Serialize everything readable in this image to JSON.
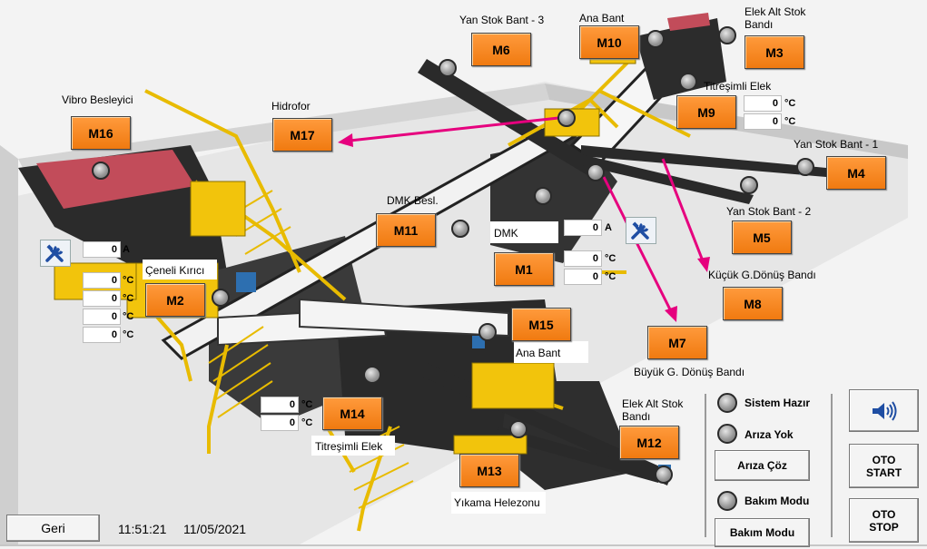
{
  "labels": {
    "vibro": "Vibro Besleyici",
    "hidrofor": "Hidrofor",
    "yan3": "Yan Stok Bant - 3",
    "anaBantTop": "Ana Bant",
    "elekAltTop": "Elek Alt Stok\nBandı",
    "titresimliElekTop": "Titreşimli Elek",
    "yan1": "Yan Stok Bant - 1",
    "yan2": "Yan Stok Bant - 2",
    "kucukDonus": "Küçük G.Dönüş Bandı",
    "buyukDonus": "Büyük G. Dönüş Bandı",
    "dmkBesl": "DMK Besl.",
    "dmk": "DMK",
    "ceneli": "Çeneli Kırıcı",
    "anaBantMid": "Ana Bant",
    "titresimliElekBot": "Titreşimli Elek",
    "yikama": "Yıkama Helezonu",
    "elekAltBot": "Elek Alt Stok\nBandı"
  },
  "motors": {
    "m1": "M1",
    "m2": "M2",
    "m3": "M3",
    "m4": "M4",
    "m5": "M5",
    "m6": "M6",
    "m7": "M7",
    "m8": "M8",
    "m9": "M9",
    "m10": "M10",
    "m11": "M11",
    "m12": "M12",
    "m13": "M13",
    "m14": "M14",
    "m15": "M15",
    "m16": "M16",
    "m17": "M17"
  },
  "readings": {
    "m2_current": {
      "value": "0",
      "unit": "A"
    },
    "m2_temps": [
      {
        "value": "0",
        "unit": "°C"
      },
      {
        "value": "0",
        "unit": "°C"
      },
      {
        "value": "0",
        "unit": "°C"
      },
      {
        "value": "0",
        "unit": "°C"
      }
    ],
    "m1_current": {
      "value": "0",
      "unit": "A"
    },
    "m1_temps": [
      {
        "value": "0",
        "unit": "°C"
      },
      {
        "value": "0",
        "unit": "°C"
      }
    ],
    "m9_temps": [
      {
        "value": "0",
        "unit": "°C"
      },
      {
        "value": "0",
        "unit": "°C"
      }
    ],
    "m14_temps": [
      {
        "value": "0",
        "unit": "°C"
      },
      {
        "value": "0",
        "unit": "°C"
      }
    ]
  },
  "status": {
    "ready": "Sistem Hazır",
    "noFault": "Arıza Yok",
    "maintenance": "Bakım Modu"
  },
  "buttons": {
    "faultReset": "Arıza Çöz",
    "maintenanceMode": "Bakım Modu",
    "autoStart": "OTO\nSTART",
    "autoStop": "OTO\nSTOP",
    "back": "Geri"
  },
  "footer": {
    "time": "11:51:21",
    "date": "11/05/2021"
  },
  "colors": {
    "motorButton": "#f07a10",
    "arrow": "#e6007e",
    "machine": "#f2c40c",
    "speakerIcon": "#1f4ea3"
  },
  "icons": {
    "tools": "tools-icon",
    "speaker": "speaker-icon"
  }
}
